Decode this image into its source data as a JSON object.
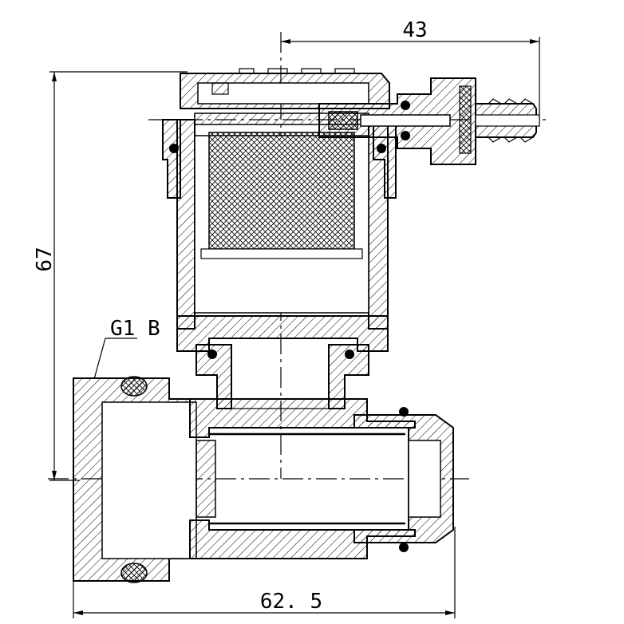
{
  "dimensions": {
    "top_width": "43",
    "overall_height": "67",
    "overall_width": "62. 5"
  },
  "thread_label": "G1 B",
  "colors": {
    "line": "#000000",
    "background": "#ffffff",
    "seal": "#000000"
  }
}
